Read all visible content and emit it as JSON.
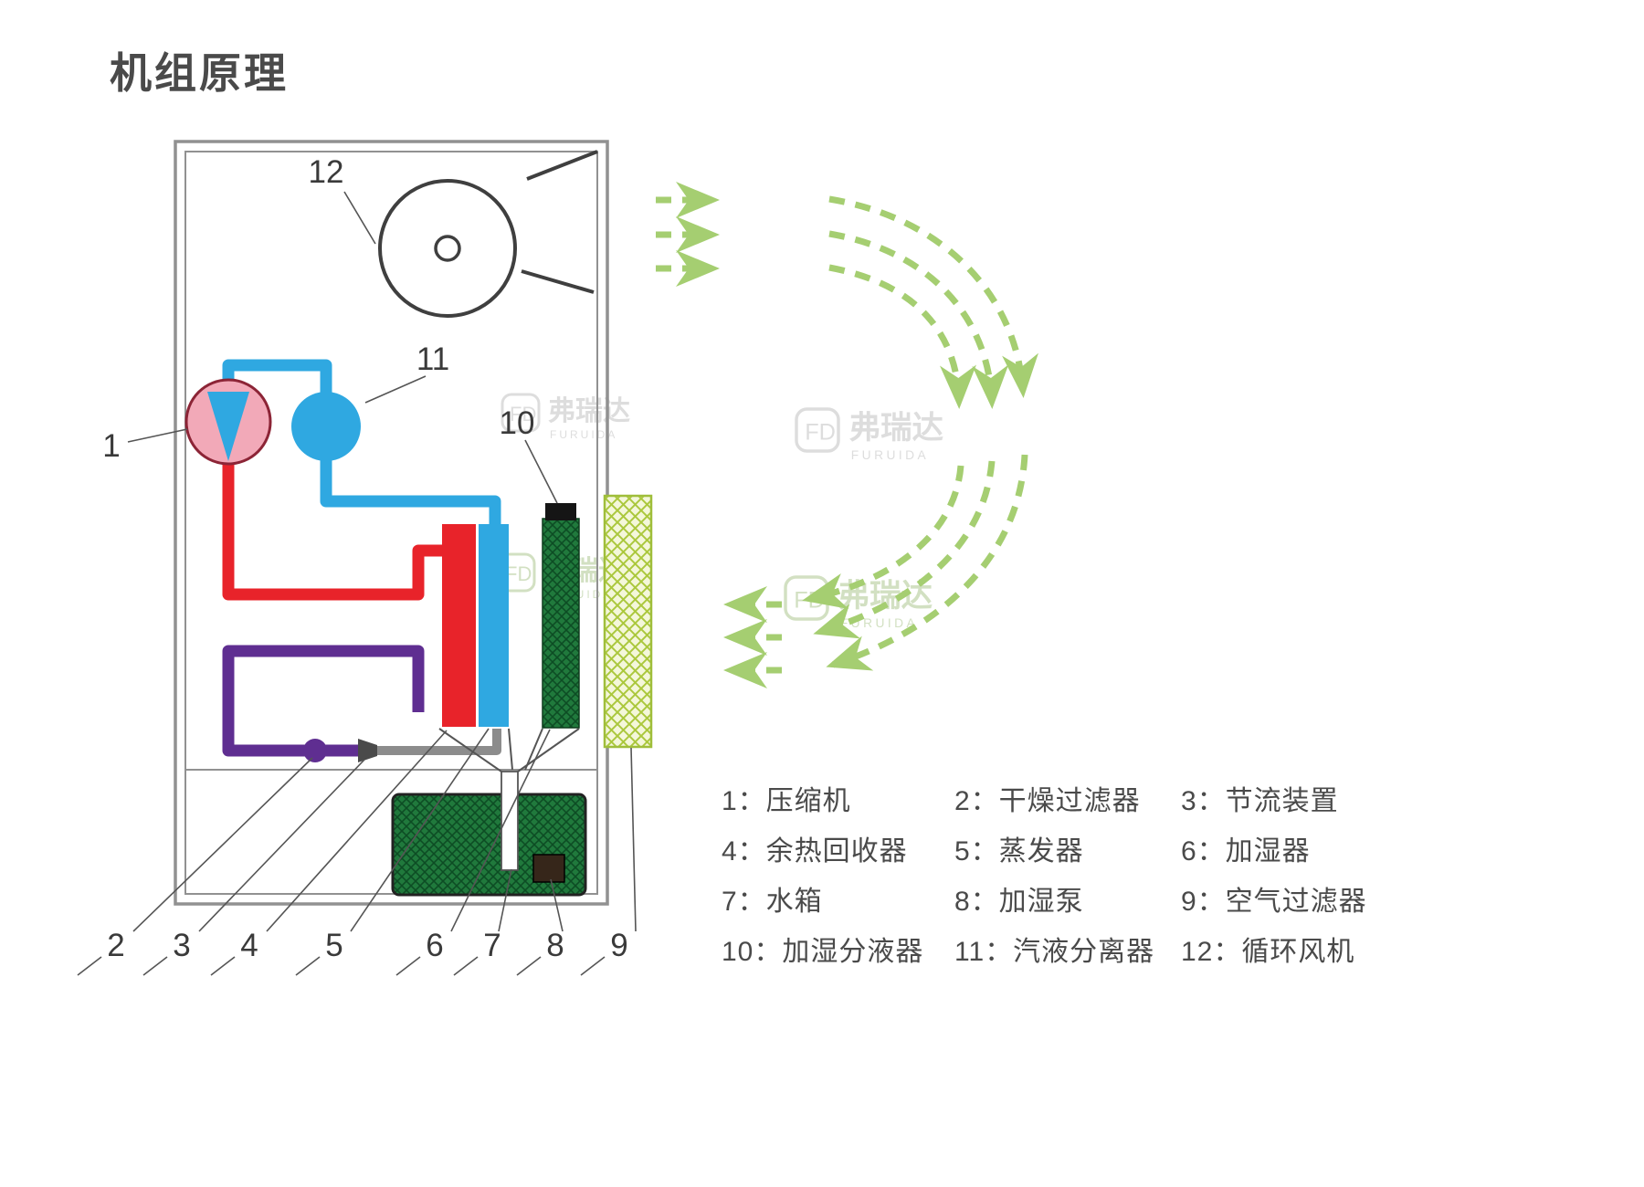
{
  "title": "机组原理",
  "watermark": {
    "cn": "弗瑞达",
    "en": "FURUIDA",
    "mark": "FD"
  },
  "callouts": {
    "p1": "1",
    "p2": "2",
    "p3": "3",
    "p4": "4",
    "p5": "5",
    "p6": "6",
    "p7": "7",
    "p8": "8",
    "p9": "9",
    "p10": "10",
    "p11": "11",
    "p12": "12"
  },
  "legend": {
    "items": [
      {
        "num": "1",
        "label": "压缩机",
        "text": "1：压缩机"
      },
      {
        "num": "2",
        "label": "干燥过滤器",
        "text": "2：干燥过滤器"
      },
      {
        "num": "3",
        "label": "节流装置",
        "text": "3：节流装置"
      },
      {
        "num": "4",
        "label": "余热回收器",
        "text": "4：余热回收器"
      },
      {
        "num": "5",
        "label": "蒸发器",
        "text": "5：蒸发器"
      },
      {
        "num": "6",
        "label": "加湿器",
        "text": "6：加湿器"
      },
      {
        "num": "7",
        "label": "水箱",
        "text": "7：水箱"
      },
      {
        "num": "8",
        "label": "加湿泵",
        "text": "8：加湿泵"
      },
      {
        "num": "9",
        "label": "空气过滤器",
        "text": "9：空气过滤器"
      },
      {
        "num": "10",
        "label": "加湿分液器",
        "text": "10：加湿分液器"
      },
      {
        "num": "11",
        "label": "汽液分离器",
        "text": "11：汽液分离器"
      },
      {
        "num": "12",
        "label": "循环风机",
        "text": "12：循环风机"
      }
    ]
  },
  "colors": {
    "hot_pipe_red": "#e8232a",
    "cold_pipe_blue": "#2fa8e1",
    "liquid_pipe_purple": "#5f2e91",
    "compressor_pink": "#f2a9b8",
    "airflow_green": "#a5ce71",
    "filter_green": "#b5cc34",
    "water_green": "#20793c",
    "outline_gray": "#919191"
  }
}
